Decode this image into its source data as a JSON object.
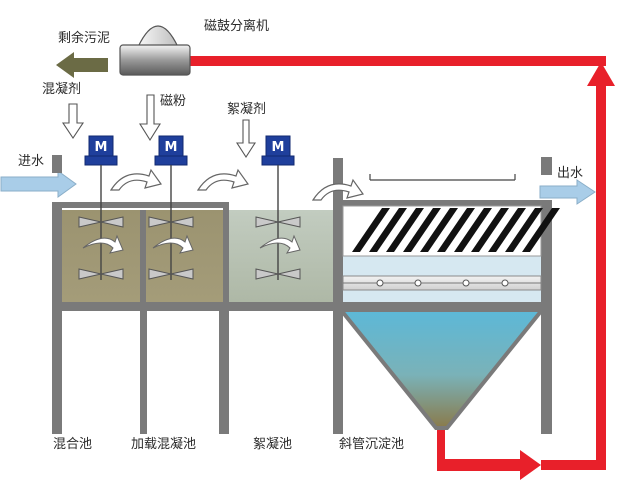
{
  "labels": {
    "sludge": "剩余污泥",
    "separator": "磁鼓分离机",
    "coagulant": "混凝剂",
    "magnetic_powder": "磁粉",
    "flocculant": "絮凝剂",
    "inlet": "进水",
    "outlet": "出水",
    "mixing_tank": "混合池",
    "loaded_coag_tank": "加载混凝池",
    "floc_tank": "絮凝池",
    "settling_tank": "斜管沉淀池"
  },
  "motor_letter": "M",
  "colors": {
    "return_line": "#e8202a",
    "motor": "#1f3f9c",
    "wall": "#7a7a7a",
    "arrow_light": "#a9cde8",
    "arrow_dark": "#6b6b45",
    "mix_water": "#8f8762",
    "floc_water": "#b9c6b4",
    "settle_water": "#5fb3d0"
  }
}
